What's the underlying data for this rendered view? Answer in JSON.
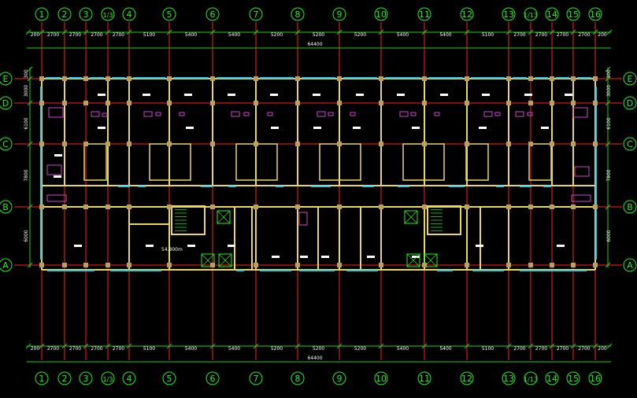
{
  "drawing": {
    "columns": [
      {
        "label": "1"
      },
      {
        "label": "2"
      },
      {
        "label": "3"
      },
      {
        "label": "1/3"
      },
      {
        "label": "4"
      },
      {
        "label": "5"
      },
      {
        "label": "6"
      },
      {
        "label": "7"
      },
      {
        "label": "8"
      },
      {
        "label": "9"
      },
      {
        "label": "10"
      },
      {
        "label": "11"
      },
      {
        "label": "12"
      },
      {
        "label": "13"
      },
      {
        "label": "1/13"
      },
      {
        "label": "14"
      },
      {
        "label": "15"
      },
      {
        "label": "16"
      }
    ],
    "rows": [
      {
        "label": "E"
      },
      {
        "label": "D"
      },
      {
        "label": "C"
      },
      {
        "label": "B"
      },
      {
        "label": "A"
      }
    ],
    "bay_dims": [
      "200",
      "2700",
      "2700",
      "2700",
      "2700",
      "5100",
      "5400",
      "5400",
      "5200",
      "5200",
      "5200",
      "5400",
      "5400",
      "5100",
      "2700",
      "2700",
      "2700",
      "2700",
      "200"
    ],
    "overall_dim": "64400",
    "row_dims": [
      "300",
      "3000",
      "6100",
      "7800",
      "6000"
    ],
    "level_mark": "54.800m",
    "colors": {
      "grid_axis": "#ff2020",
      "dim_line": "#22cc22",
      "bubble": "#22ee22",
      "wall": "#e8d85a",
      "window": "#33c8e8",
      "furniture": "#cc44cc",
      "column": "#b8a060",
      "text": "#ffffff",
      "stair": "#22ee22"
    }
  }
}
